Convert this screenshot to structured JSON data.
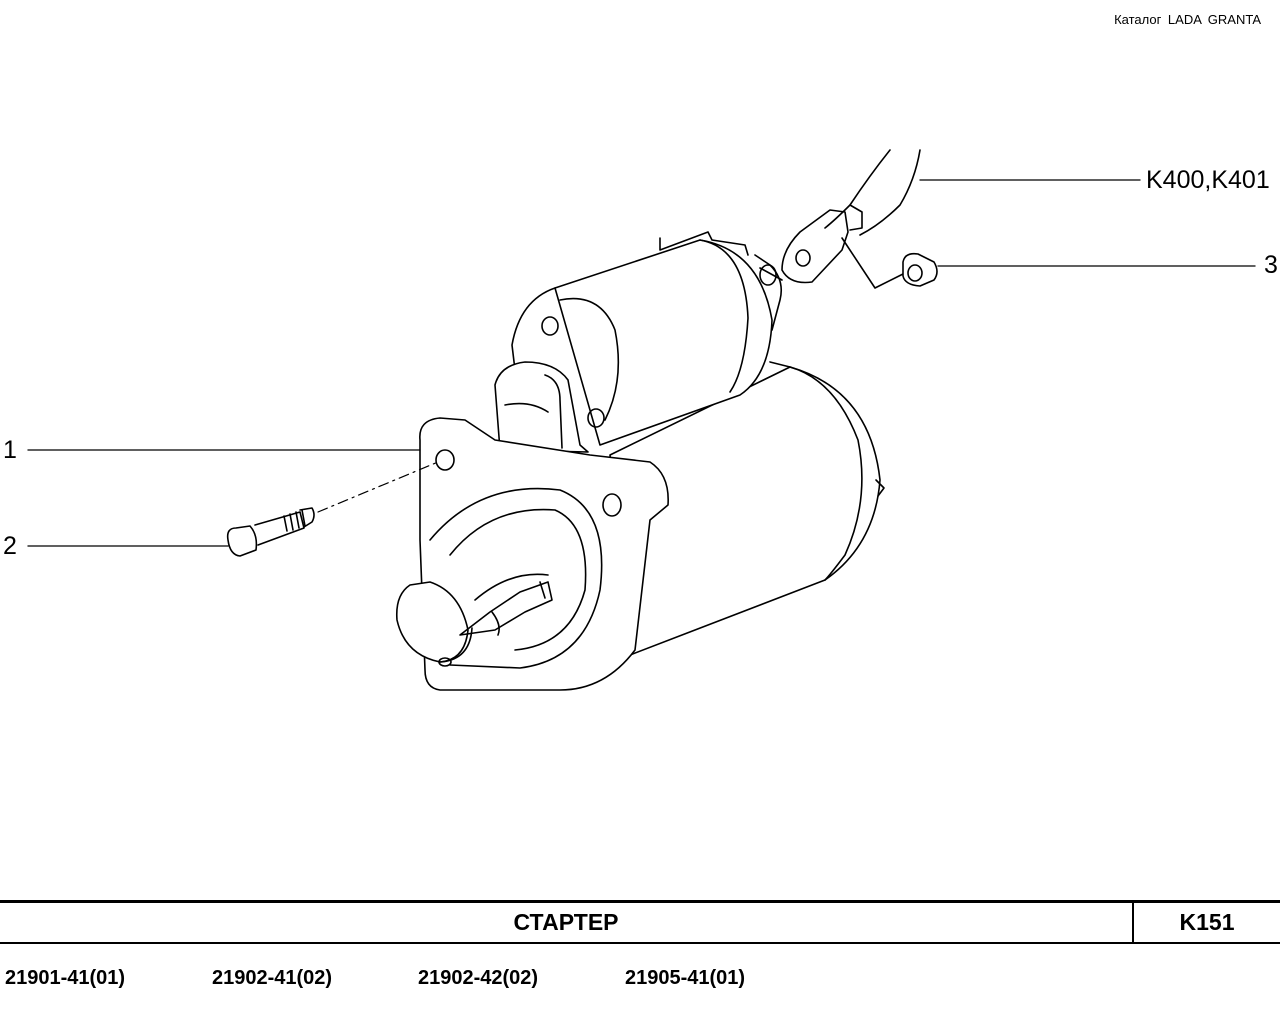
{
  "header": {
    "catalog_label": "Каталог  LADA  GRANTA"
  },
  "callouts": {
    "ref": "K400,K401",
    "part3": "3",
    "part1": "1",
    "part2": "2"
  },
  "title_block": {
    "title": "СТАРТЕР",
    "page_code": "K151"
  },
  "models": [
    "21901-41(01)",
    "21902-41(02)",
    "21902-42(02)",
    "21905-41(01)"
  ]
}
